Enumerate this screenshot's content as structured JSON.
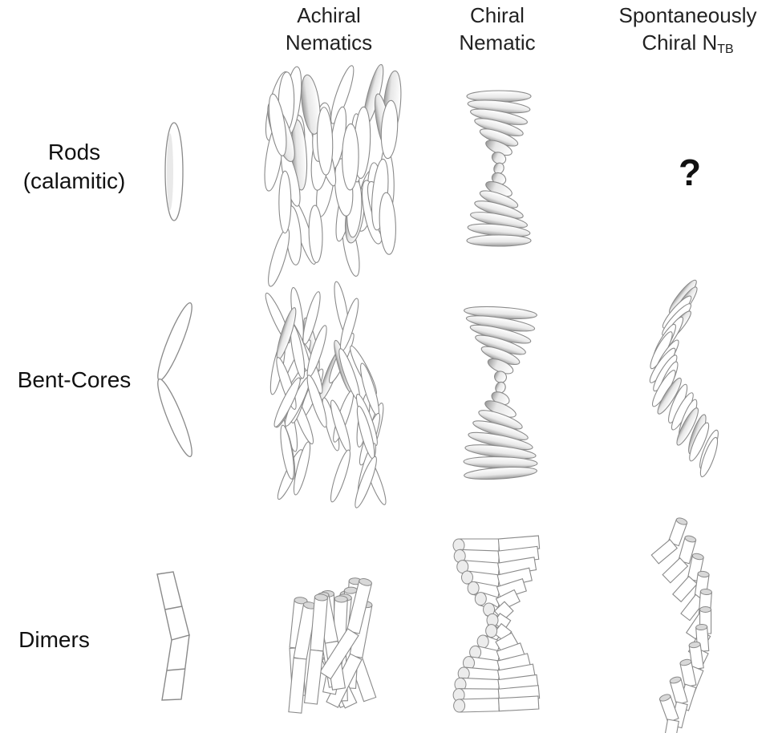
{
  "column_headers": {
    "achiral": {
      "line1": "Achiral",
      "line2": "Nematics"
    },
    "chiral": {
      "line1": "Chiral",
      "line2": "Nematic"
    },
    "ntb": {
      "line1": "Spontaneously",
      "line2": "Chiral N",
      "sub": "TB"
    }
  },
  "row_headers": {
    "rods": {
      "line1": "Rods",
      "line2": "(calamitic)"
    },
    "bent": "Bent-Cores",
    "dimers": "Dimers"
  },
  "unknown_cell": "?"
}
